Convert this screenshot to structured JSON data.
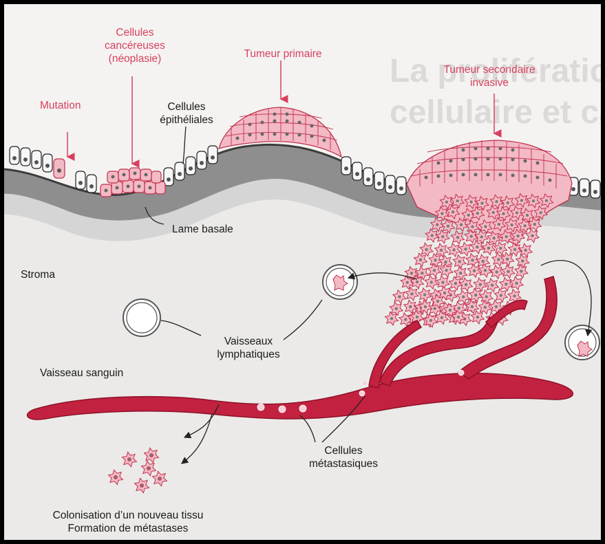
{
  "colors": {
    "cancer_pink": "#f3b9c4",
    "cancer_outline": "#d8405f",
    "label_red": "#d8405f",
    "stroma": "#d9d9d9",
    "basal_lamina": "#4a4a4a",
    "vessel_red": "#c2223f",
    "healthy_cell": "#f5f5f5"
  },
  "labels": {
    "mutation": "Mutation",
    "cancer_cells": [
      "Cellules",
      "cancéreuses",
      "(néoplasie)"
    ],
    "primary_tumor": "Tumeur primaire",
    "secondary_tumor": [
      "Tumeur secondaire",
      "invasive"
    ],
    "epithelial_cells": [
      "Cellules",
      "épithéliales"
    ],
    "basal_lamina": "Lame basale",
    "stroma": "Stroma",
    "lymph_vessels": [
      "Vaisseaux",
      "lymphatiques"
    ],
    "blood_vessel": "Vaisseau sanguin",
    "metastatic_cells": [
      "Cellules",
      "métastasiques"
    ],
    "colonisation": [
      "Colonisation d’un nouveau tissu",
      "Formation de métastases"
    ]
  }
}
